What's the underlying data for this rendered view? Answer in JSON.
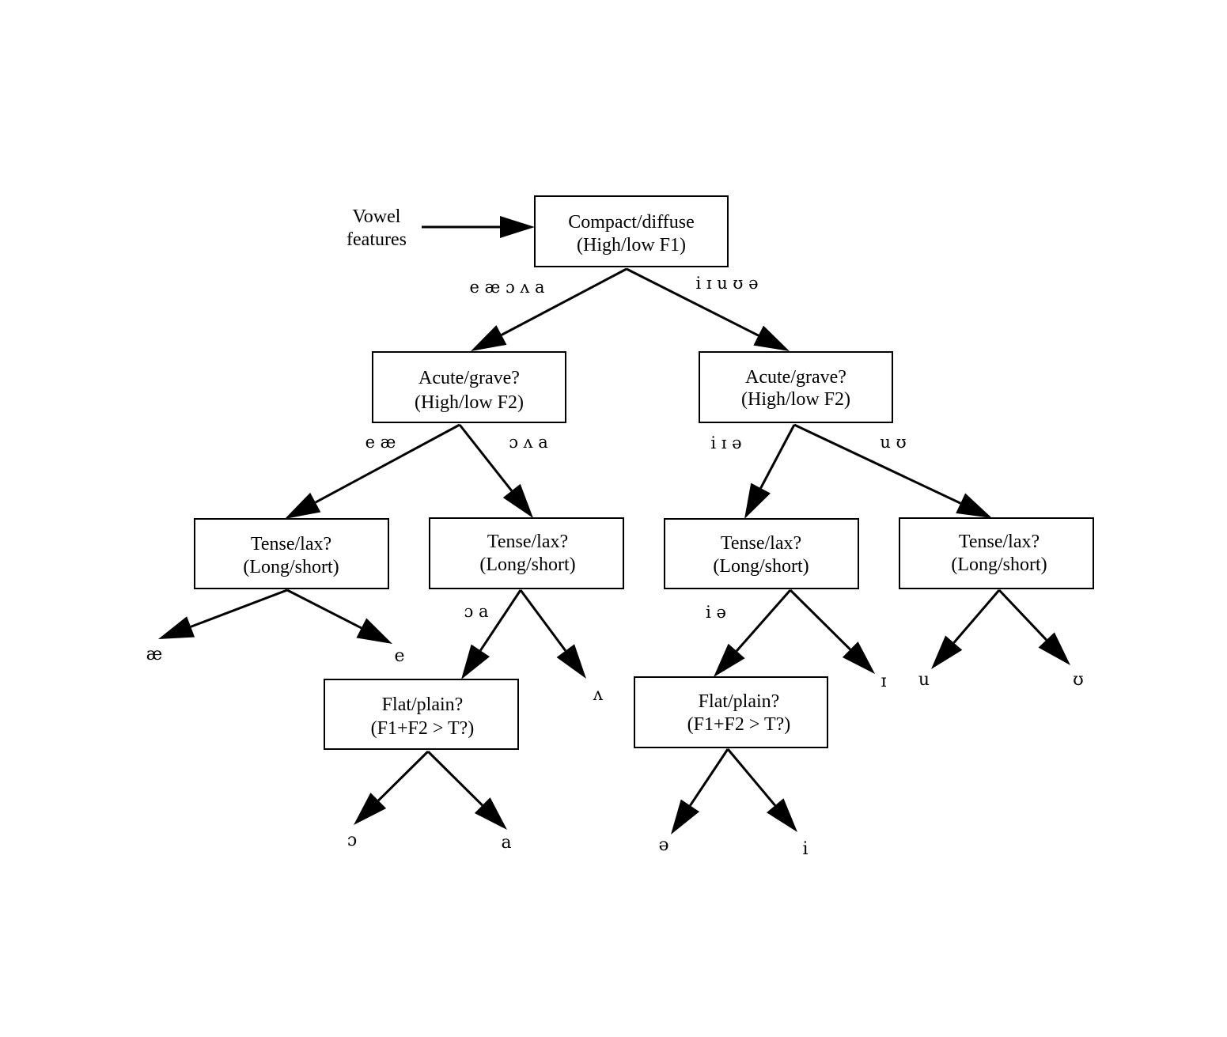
{
  "input": {
    "line1": "Vowel",
    "line2": "features"
  },
  "nodes": {
    "root": {
      "line1": "Compact/diffuse",
      "line2": "(High/low F1)"
    },
    "acute_left": {
      "line1": "Acute/grave?",
      "line2": "(High/low F2)"
    },
    "acute_right": {
      "line1": "Acute/grave?",
      "line2": "(High/low F2)"
    },
    "tense_1": {
      "line1": "Tense/lax?",
      "line2": "(Long/short)"
    },
    "tense_2": {
      "line1": "Tense/lax?",
      "line2": "(Long/short)"
    },
    "tense_3": {
      "line1": "Tense/lax?",
      "line2": "(Long/short)"
    },
    "tense_4": {
      "line1": "Tense/lax?",
      "line2": "(Long/short)"
    },
    "flat_left": {
      "line1": "Flat/plain?",
      "line2": "(F1+F2 > T?)"
    },
    "flat_right": {
      "line1": "Flat/plain?",
      "line2": "(F1+F2 > T?)"
    }
  },
  "edge_labels": {
    "root_left": "e æ ɔ ʌ a",
    "root_right": "i ɪ u ʊ ə",
    "acute_left_left": "e æ",
    "acute_left_right": "ɔ ʌ a",
    "acute_right_left": "i  ɪ  ə",
    "acute_right_right": "u ʊ",
    "tense_2_left": "ɔ  a",
    "tense_3_left": "i  ə"
  },
  "leaves": {
    "ae": "æ",
    "e": "e",
    "wedge": "ʌ",
    "open_o": "ɔ",
    "a": "a",
    "small_i": "ɪ",
    "u": "u",
    "upsilon": "ʊ",
    "schwa": "ə",
    "i": "i"
  }
}
